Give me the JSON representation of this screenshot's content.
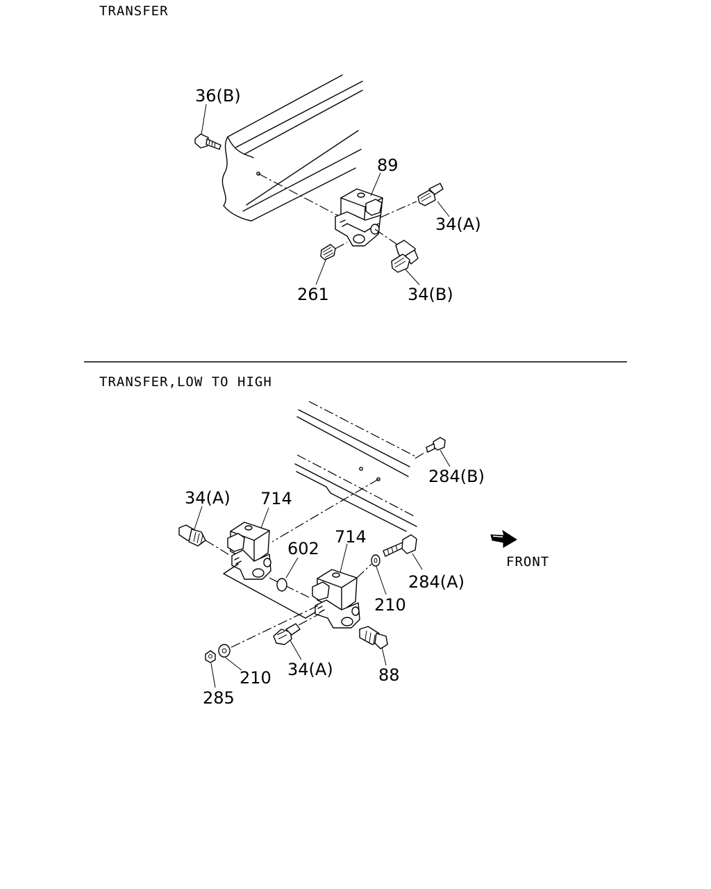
{
  "sections": [
    {
      "title": "TRANSFER",
      "callouts": [
        "36(B)",
        "89",
        "34(A)",
        "261",
        "34(B)"
      ]
    },
    {
      "title": "TRANSFER,LOW TO HIGH",
      "callouts": [
        "284(B)",
        "34(A)",
        "714",
        "714",
        "602",
        "210",
        "284(A)",
        "210",
        "34(A)",
        "88",
        "285"
      ],
      "direction_label": "FRONT"
    }
  ]
}
